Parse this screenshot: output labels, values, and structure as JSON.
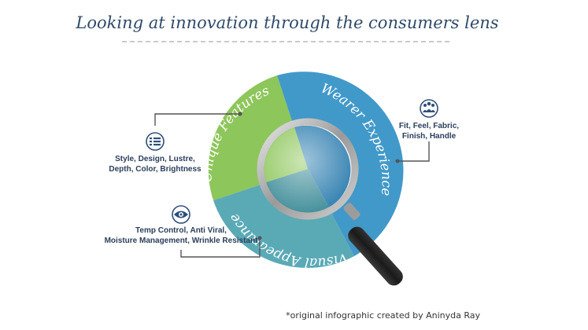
{
  "header": {
    "title": "Looking at  innovation through the consumers lens"
  },
  "diagram": {
    "segments": [
      {
        "id": "unique",
        "label": "Unique Features",
        "color": "#8dc65a",
        "color_dark": "#6eaa3d"
      },
      {
        "id": "wearer",
        "label": "Wearer Experience",
        "color": "#4199c9",
        "color_dark": "#2f7fb0"
      },
      {
        "id": "visual",
        "label": "Visual Appearance",
        "color": "#5aaab6",
        "color_dark": "#3f8d99"
      }
    ],
    "callouts": {
      "unique": {
        "icon": "list-icon",
        "lines": [
          "Style, Design, Lustre,",
          "Depth, Color, Brightness"
        ]
      },
      "wearer": {
        "icon": "people-group-icon",
        "lines": [
          "Fit, Feel, Fabric,",
          "Finish, Handle"
        ]
      },
      "visual": {
        "icon": "eye-icon",
        "lines": [
          "Temp Control, Anti Viral,",
          "Moisture Management, Wrinkle Resistant"
        ]
      }
    }
  },
  "footer": {
    "credit": "*original infographic created by Aninyda Ray"
  }
}
